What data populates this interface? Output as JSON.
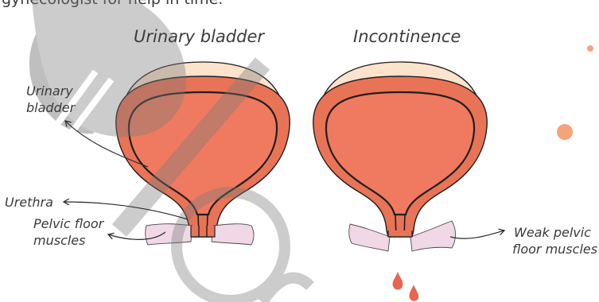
{
  "intro_text": "gynecologist for help in time.",
  "titles": {
    "left": "Urinary bladder",
    "right": "Incontinence"
  },
  "labels": {
    "urinary_bladder": [
      "Urinary",
      "bladder"
    ],
    "urethra": "Urethra",
    "pelvic_floor": [
      "Pelvic floor",
      "muscles"
    ],
    "weak_pelvic": [
      "Weak pelvic",
      "floor muscles"
    ]
  },
  "colors": {
    "bladder_fill": "#ef7a5f",
    "bladder_wall": "#e97357",
    "bladder_top": "#fde3cc",
    "outline": "#1f1f1f",
    "muscle_fill": "#f1d8e6",
    "accent_dot": "#f5a37a",
    "drop": "#e8654f",
    "watermark": "#8a8a8a"
  }
}
